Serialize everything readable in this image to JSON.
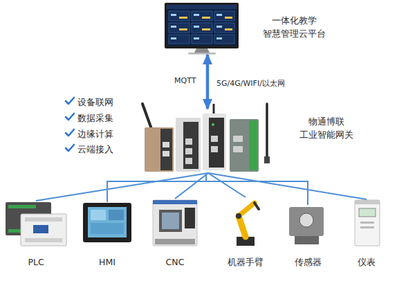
{
  "diagram": {
    "nodes": [
      {
        "text": [
          "一体化教学 智慧管理云平台"
        ]
      },
      {
        "text": [
          "物通博联 工业智能网关"
        ]
      },
      {
        "text": [
          "PLC"
        ]
      },
      {
        "text": [
          "HMI"
        ]
      },
      {
        "text": [
          "CNC"
        ]
      },
      {
        "text": [
          "机器手臂"
        ]
      },
      {
        "text": [
          "传感器"
        ]
      },
      {
        "text": [
          "仪表"
        ]
      }
    ],
    "edges": [
      {
        "from": 0,
        "to": 1,
        "arrow": "both",
        "label": "MQTT"
      },
      {
        "from": 1,
        "to": 2,
        "arrow": "none"
      },
      {
        "from": 1,
        "to": 3,
        "arrow": "none"
      },
      {
        "from": 1,
        "to": 4,
        "arrow": "none"
      },
      {
        "from": 1,
        "to": 5,
        "arrow": "none"
      },
      {
        "from": 1,
        "to": 6,
        "arrow": "none"
      },
      {
        "from": 1,
        "to": 7,
        "arrow": "none"
      }
    ],
    "labels": [
      "5G/4G/WIFI/以太网",
      "设备联网",
      "数据采集",
      "边缘计算",
      "云端接入"
    ]
  }
}
